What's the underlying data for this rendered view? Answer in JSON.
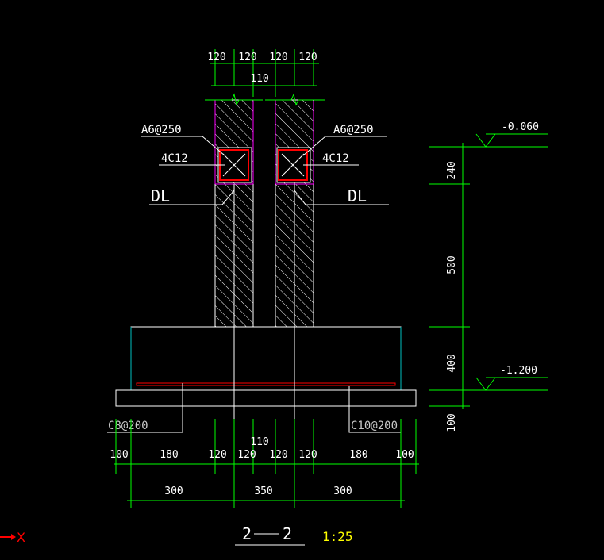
{
  "colors": {
    "background": "#000000",
    "dimension_line": "#00ff00",
    "outline": "#ffffff",
    "rebar": "#ff0000",
    "beam_outline": "#ff00ff",
    "cushion_edge": "#00c0c0",
    "scale_text": "#ffff00",
    "axis_marker": "#ff0000"
  },
  "top_dims": {
    "d1": "120",
    "d2": "120",
    "d3": "120",
    "d4": "120",
    "gap": "110"
  },
  "labels": {
    "stirrup_left": "A6@250",
    "stirrup_right": "A6@250",
    "bars_left": "4C12",
    "bars_right": "4C12",
    "beam_left": "DL",
    "beam_right": "DL",
    "bottom_rebar_left": "C8@200",
    "bottom_rebar_right": "C10@200"
  },
  "elevations": {
    "top": "-0.060",
    "bottom": "-1.200"
  },
  "vertical_dims": {
    "v1": "240",
    "v2": "500",
    "v3": "400",
    "v4": "100"
  },
  "bottom_dims": {
    "gap": "110",
    "row1": [
      "100",
      "180",
      "120",
      "120",
      "120",
      "120",
      "180",
      "100"
    ],
    "row2": [
      "300",
      "350",
      "300"
    ]
  },
  "title": {
    "section_left": "2",
    "section_right": "2",
    "scale": "1:25"
  },
  "axis": {
    "label": "X"
  }
}
